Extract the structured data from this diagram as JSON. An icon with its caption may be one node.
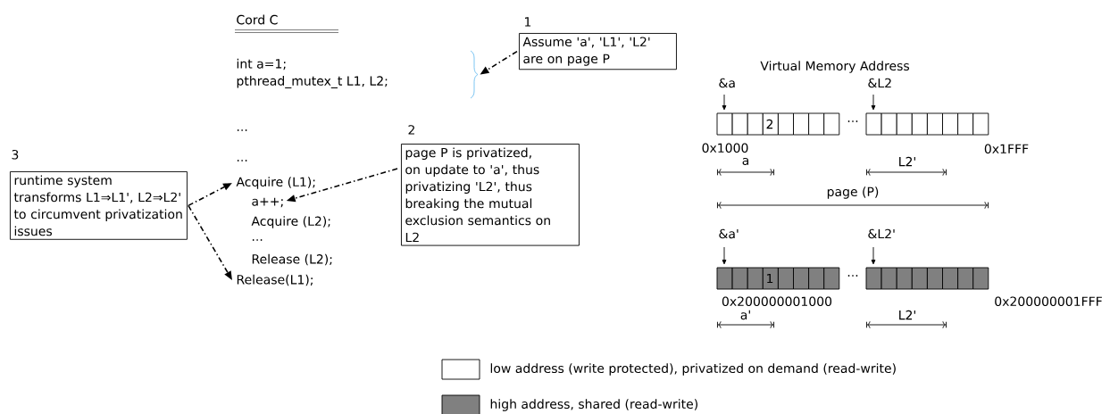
{
  "diagram": {
    "nodes": [
      {
        "text": [
          "Assume 'a', 'L1', 'L2' are on page P"
        ],
        "beside": [
          "1"
        ]
      },
      {
        "text": [],
        "shape": "brace"
      },
      {
        "text": [
          "Acquire (L1);"
        ]
      },
      {
        "text": [
          "a++;"
        ]
      },
      {
        "text": [
          "Release(L1);"
        ]
      },
      {
        "text": [
          "page P is privatized, on update to 'a', thus privatizing 'L2', thus breaking the mutual exclusion semantics on L2"
        ],
        "beside": [
          "2"
        ]
      },
      {
        "text": [
          "runtime system transforms L1⇒L1', L2⇒L2' to circumvent privatization issues"
        ],
        "beside": [
          "3"
        ]
      }
    ],
    "edges": [
      {
        "from": 0,
        "to": 1,
        "arrow": "to",
        "style": "dashed"
      },
      {
        "from": 5,
        "to": 3,
        "arrow": "to",
        "style": "dashed"
      },
      {
        "from": 6,
        "to": 2,
        "arrow": "to",
        "style": "dashed"
      },
      {
        "from": 6,
        "to": 4,
        "arrow": "to",
        "style": "dashed"
      }
    ],
    "labels": [
      "Cord C",
      "int a=1;",
      "pthread_mutex_t L1, L2;",
      "...",
      "...",
      "Acquire (L2);",
      "...",
      "Release (L2);",
      "Virtual Memory Address",
      "&a",
      "&L2",
      "2",
      "...",
      "0x1000",
      "0x1FFF",
      "a",
      "L2'",
      "page (P)",
      "&a'",
      "&L2'",
      "1",
      "...",
      "0x200000001000",
      "0x200000001FFF",
      "a'",
      "L2'"
    ],
    "legend": [
      {
        "text": "low address (write protected), privatized on demand (read-write)"
      },
      {
        "text": "high address, shared (read-write)",
        "color": "#808080"
      }
    ]
  }
}
